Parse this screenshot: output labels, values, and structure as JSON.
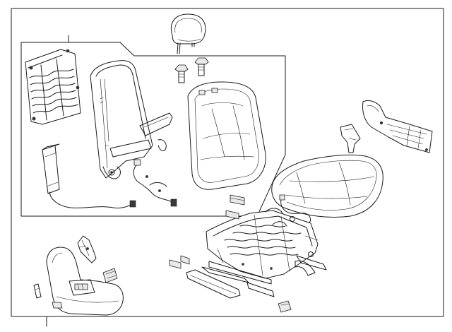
{
  "diagram": {
    "kind": "exploded-parts-diagram",
    "background_color": "#ffffff",
    "line_color": "#1a1a1a",
    "parts": [
      {
        "id": "headrest"
      },
      {
        "id": "headrest-guide-left"
      },
      {
        "id": "headrest-guide-right"
      },
      {
        "id": "seatback-frame"
      },
      {
        "id": "lumbar-support-grid"
      },
      {
        "id": "seatback-cushion-cover"
      },
      {
        "id": "side-airbag-module"
      },
      {
        "id": "seatback-wire-harness"
      },
      {
        "id": "cushion-wire-harness"
      },
      {
        "id": "seat-cushion-pad"
      },
      {
        "id": "seat-track-frame"
      },
      {
        "id": "recliner-knob"
      },
      {
        "id": "seat-side-shield"
      },
      {
        "id": "seat-switch-bracket"
      },
      {
        "id": "power-seat-switch"
      },
      {
        "id": "small-button"
      },
      {
        "id": "switch-knob"
      },
      {
        "id": "track-cover-left"
      },
      {
        "id": "track-cover-end"
      },
      {
        "id": "side-cover-panel"
      },
      {
        "id": "bracket-clip"
      },
      {
        "id": "seat-back-panel"
      }
    ]
  }
}
